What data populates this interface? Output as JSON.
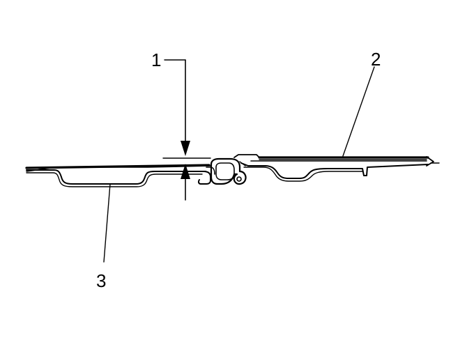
{
  "callouts": [
    {
      "number": "1"
    },
    {
      "number": "2"
    },
    {
      "number": "3"
    }
  ],
  "colors": {
    "line": "#000000",
    "background": "#ffffff"
  }
}
